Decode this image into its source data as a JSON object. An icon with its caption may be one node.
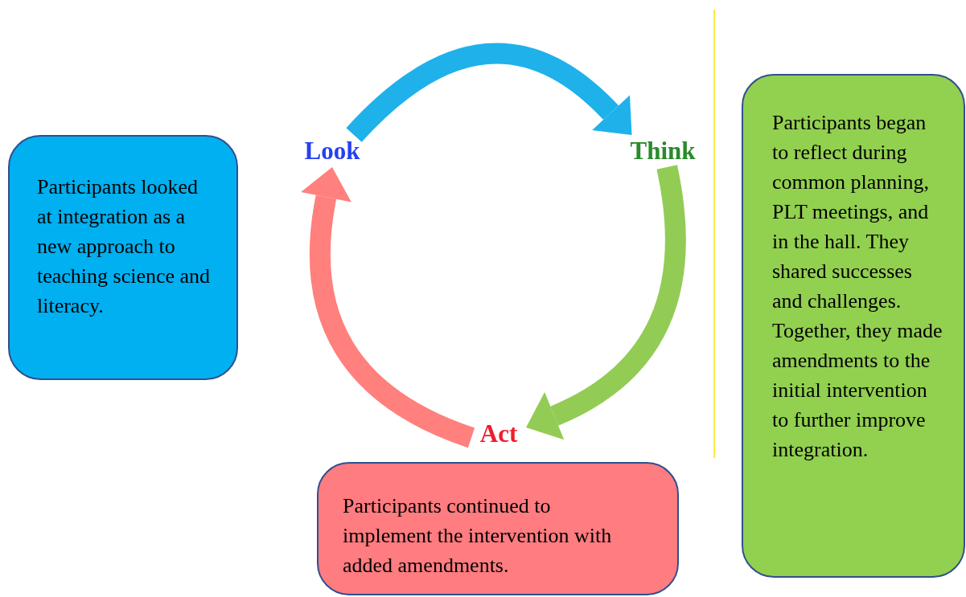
{
  "diagram": {
    "nodes": [
      {
        "text": [
          "Look"
        ]
      },
      {
        "text": [
          "Think"
        ]
      },
      {
        "text": [
          "Act"
        ]
      },
      {
        "text": [
          "Participants looked at integration as a new approach to teaching science and literacy."
        ]
      },
      {
        "text": [
          "Participants began to reflect during common planning, PLT meetings, and in the hall. They shared successes and challenges. Together, they made amendments to the initial intervention to further improve integration."
        ]
      },
      {
        "text": [
          "Participants continued to implement the intervention with added amendments."
        ]
      }
    ],
    "edges": [
      {
        "from": 0,
        "to": 1,
        "arrow": "to",
        "color": "#1fb1ea"
      },
      {
        "from": 1,
        "to": 2,
        "arrow": "to",
        "color": "#92cc55"
      },
      {
        "from": 2,
        "to": 0,
        "arrow": "to",
        "color": "#ff807c"
      }
    ]
  }
}
